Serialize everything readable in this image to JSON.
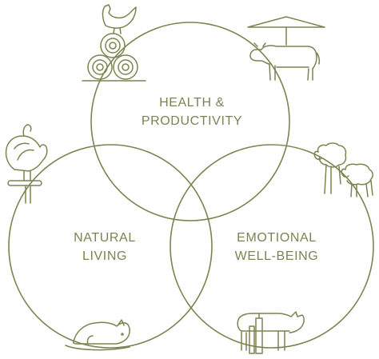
{
  "labels": {
    "health_line1": "HEALTH &",
    "health_line2": "PRODUCTIVITY",
    "natural_line1": "NATURAL",
    "natural_line2": "LIVING",
    "emotional_line1": "EMOTIONAL",
    "emotional_line2": "WELL-BEING"
  },
  "icons": [
    "chicken-on-hay-bales-icon",
    "cow-under-shade-icon",
    "turkey-on-perch-icon",
    "sheep-with-lamb-icon",
    "pig-lying-in-mud-icon",
    "cow-with-scratching-post-icon"
  ],
  "colors": {
    "line": "#7d8350",
    "text": "#7d8350",
    "background": "#ffffff"
  }
}
